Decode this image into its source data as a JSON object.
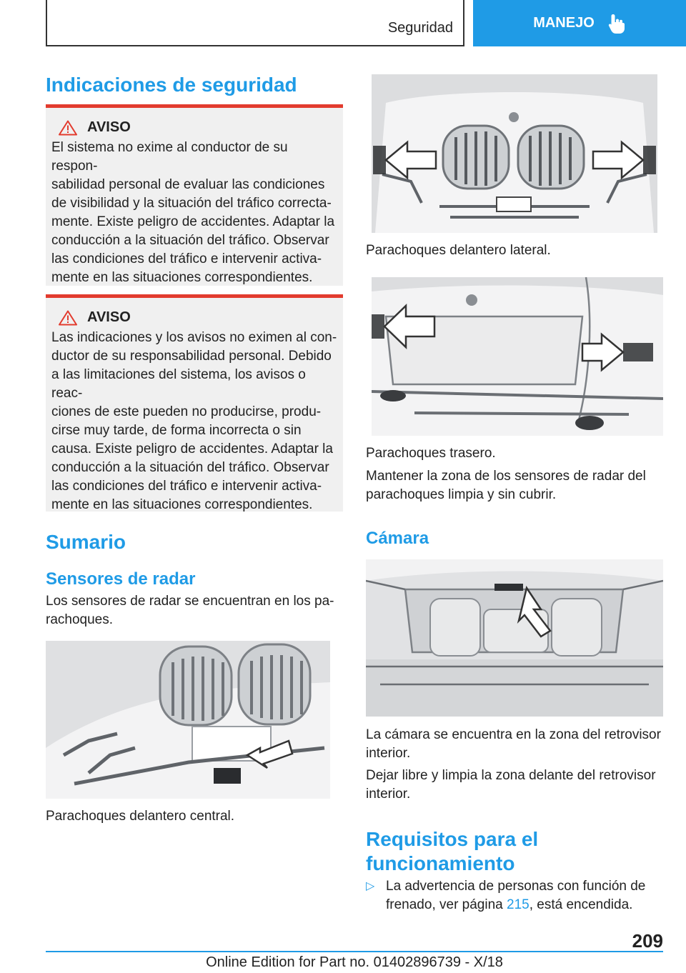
{
  "header": {
    "section": "Seguridad",
    "chapter": "MANEJO"
  },
  "left": {
    "title": "Indicaciones de seguridad",
    "warning1": {
      "title": "AVISO",
      "lines": [
        "El sistema no exime al conductor de su respon-",
        "sabilidad personal de evaluar las condiciones",
        "de visibilidad y la situación del tráfico correcta-",
        "mente. Existe peligro de accidentes. Adaptar la",
        "conducción a la situación del tráfico. Observar",
        "las condiciones del tráfico e intervenir activa-",
        "mente en las situaciones correspondientes."
      ]
    },
    "warning2": {
      "title": "AVISO",
      "lines": [
        "Las indicaciones y los avisos no eximen al con-",
        "ductor de su responsabilidad personal. Debido",
        "a las limitaciones del sistema, los avisos o reac-",
        "ciones de este pueden no producirse, produ-",
        "cirse muy tarde, de forma incorrecta o sin",
        "causa. Existe peligro de accidentes. Adaptar la",
        "conducción a la situación del tráfico. Observar",
        "las condiciones del tráfico e intervenir activa-",
        "mente en las situaciones correspondientes."
      ]
    },
    "sumario": "Sumario",
    "radar_title": "Sensores de radar",
    "radar_lines": [
      "Los sensores de radar se encuentran en los pa-",
      "rachoques."
    ],
    "img_center_caption": "Parachoques delantero central."
  },
  "right": {
    "img_front_caption": "Parachoques delantero lateral.",
    "img_rear_caption": "Parachoques trasero.",
    "keep_lines": [
      "Mantener la zona de los sensores de radar del",
      "parachoques limpia y sin cubrir."
    ],
    "camera_title": "Cámara",
    "camera_lines": [
      "La cámara se encuentra en la zona del retrovisor",
      "interior."
    ],
    "free_lines": [
      "Dejar libre y limpia la zona delante del retrovisor",
      "interior."
    ],
    "req_title_1": "Requisitos para el",
    "req_title_2": "funcionamiento",
    "bullet": {
      "marker": "▷",
      "text_before": "La advertencia de personas con función de frenado, ver página ",
      "link": "215",
      "text_after": ", está encendida."
    }
  },
  "footer": {
    "page_number": "209",
    "edition": "Online Edition for Part no. 01402896739 - X/18"
  }
}
